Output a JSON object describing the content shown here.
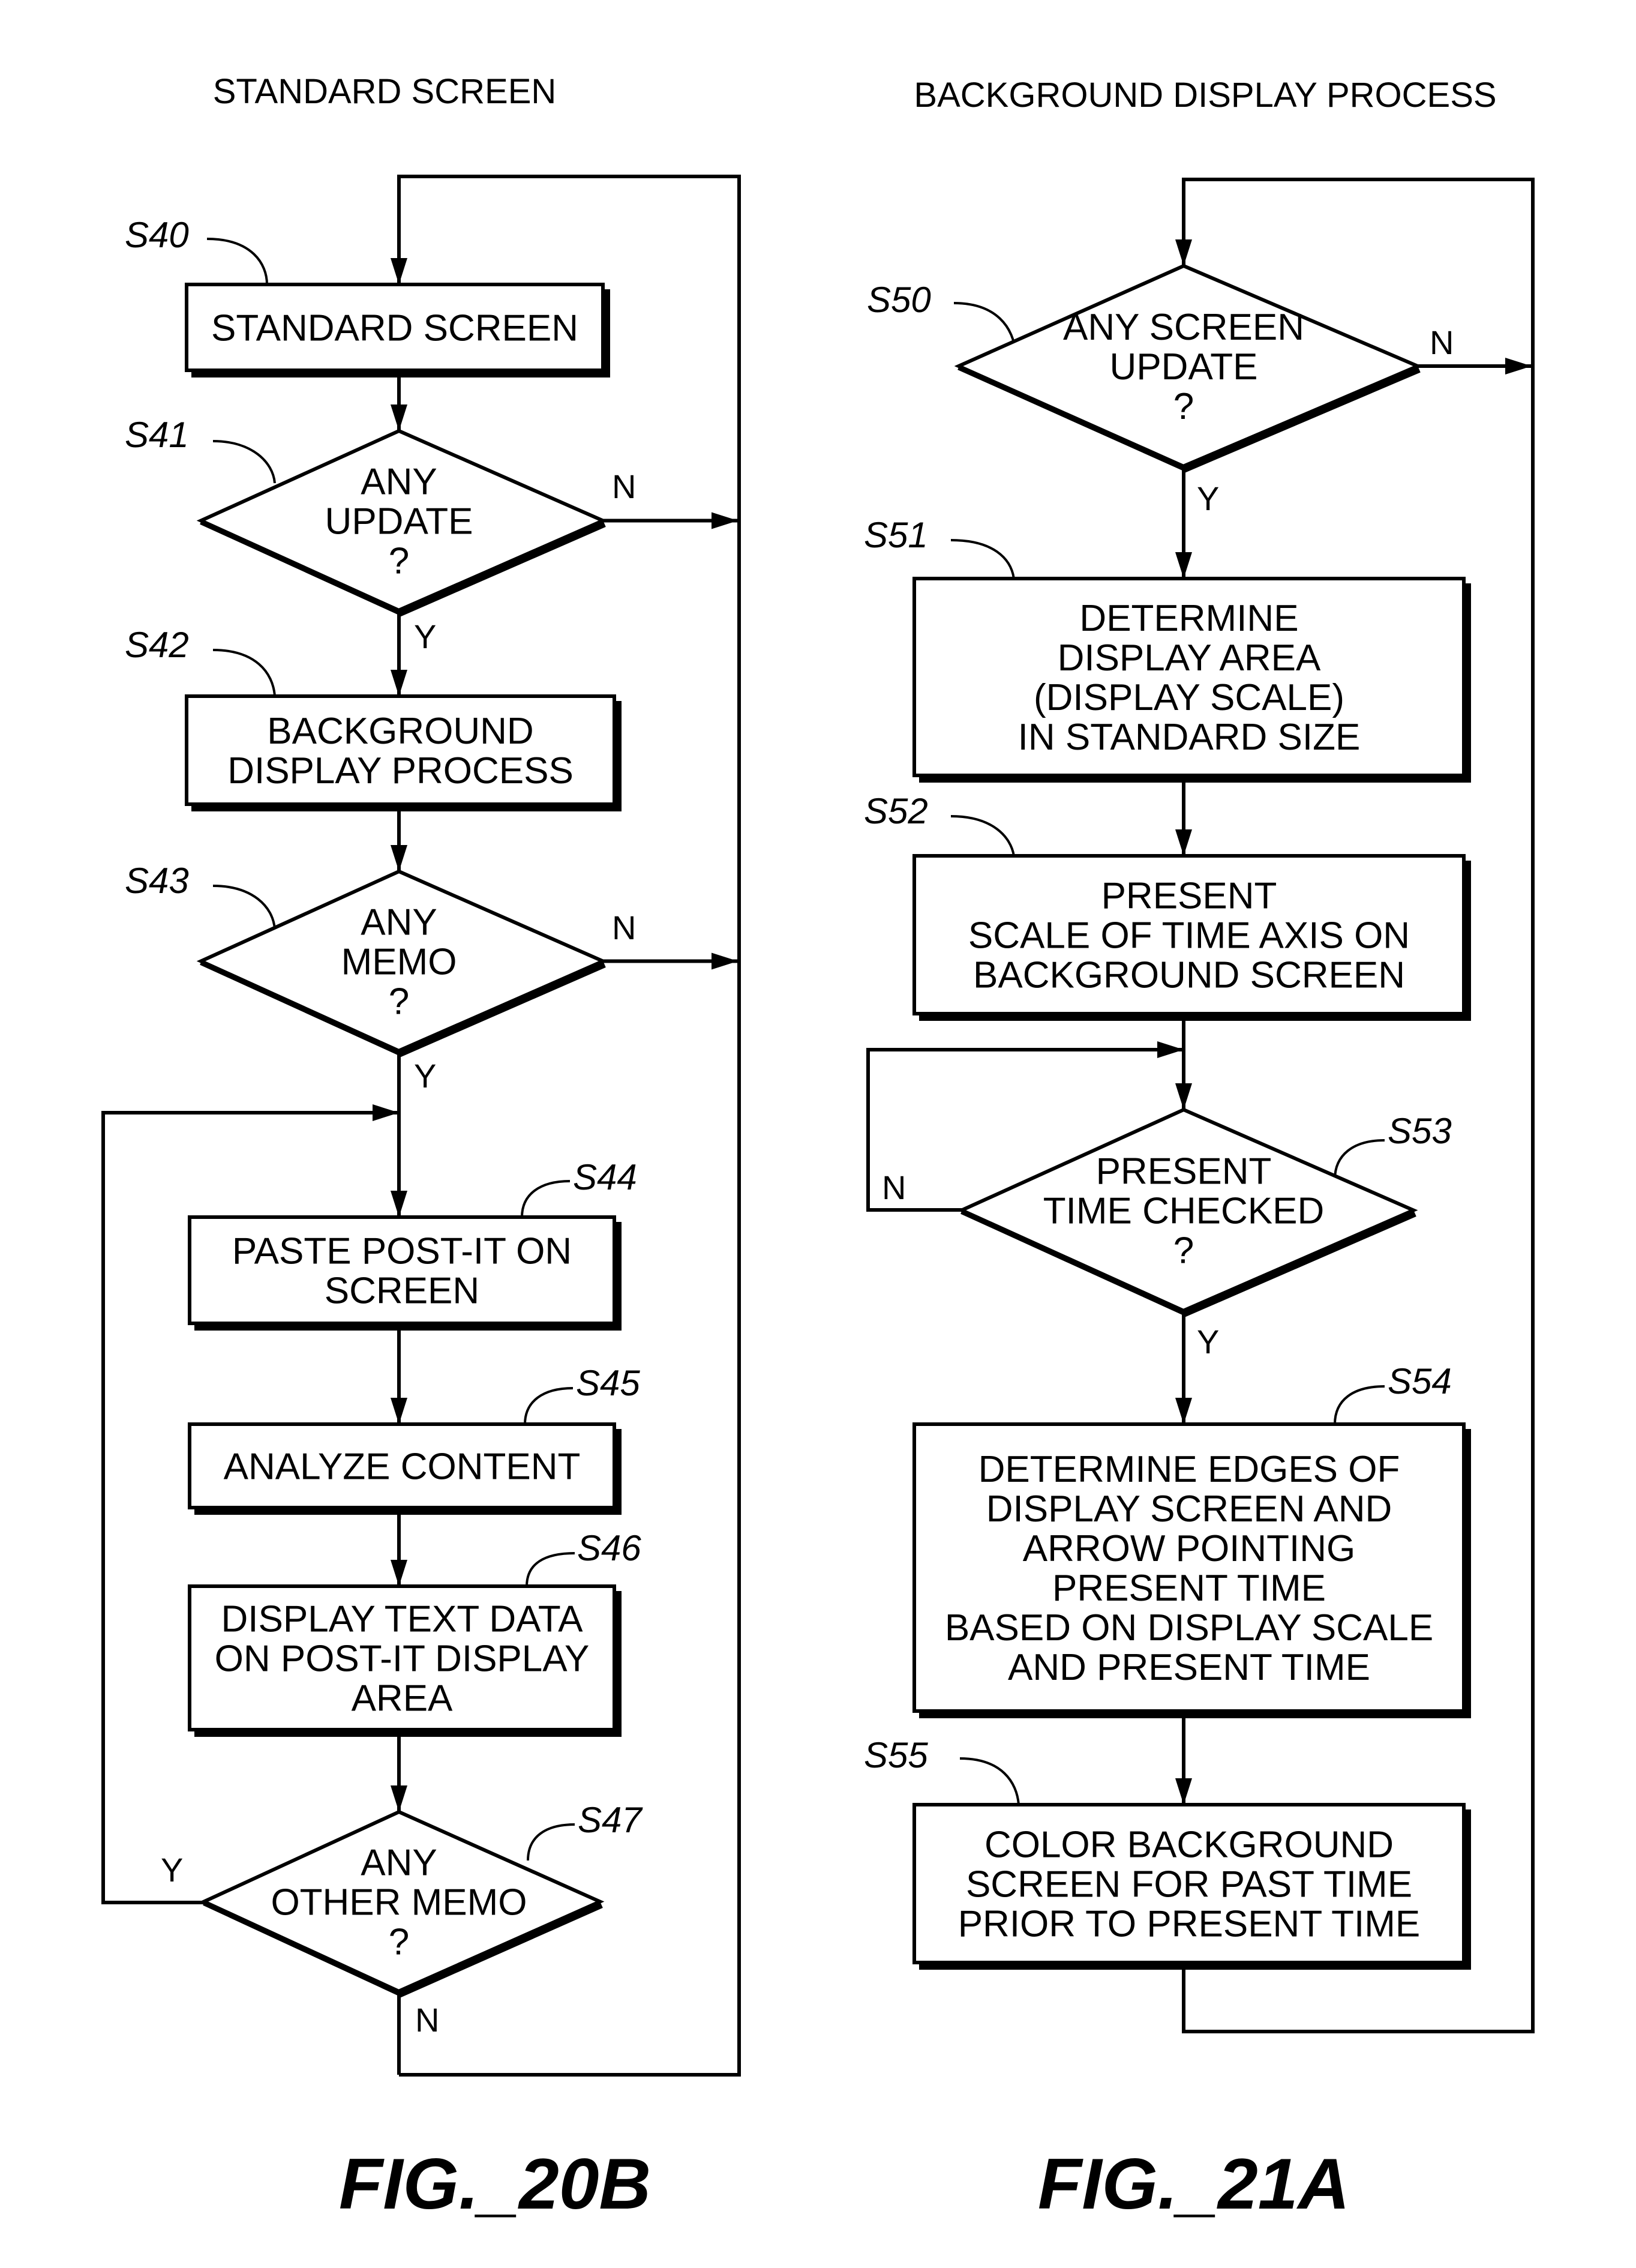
{
  "figures": [
    {
      "id": "fig20b",
      "title": "STANDARD SCREEN",
      "caption": "FIG._20B",
      "steps": [
        {
          "step": "S40",
          "type": "process",
          "lines": [
            "STANDARD SCREEN"
          ]
        },
        {
          "step": "S41",
          "type": "decision",
          "lines": [
            "ANY",
            "UPDATE",
            "?"
          ],
          "yes": "Y",
          "no": "N"
        },
        {
          "step": "S42",
          "type": "process",
          "lines": [
            "BACKGROUND",
            "DISPLAY PROCESS"
          ]
        },
        {
          "step": "S43",
          "type": "decision",
          "lines": [
            "ANY",
            "MEMO",
            "?"
          ],
          "yes": "Y",
          "no": "N"
        },
        {
          "step": "S44",
          "type": "process",
          "lines": [
            "PASTE POST-IT ON",
            "SCREEN"
          ]
        },
        {
          "step": "S45",
          "type": "process",
          "lines": [
            "ANALYZE CONTENT"
          ]
        },
        {
          "step": "S46",
          "type": "process",
          "lines": [
            "DISPLAY TEXT DATA",
            "ON POST-IT DISPLAY",
            "AREA"
          ]
        },
        {
          "step": "S47",
          "type": "decision",
          "lines": [
            "ANY",
            "OTHER MEMO",
            "?"
          ],
          "yes": "Y",
          "no": "N"
        }
      ]
    },
    {
      "id": "fig21a",
      "title": "BACKGROUND DISPLAY PROCESS",
      "caption": "FIG._21A",
      "steps": [
        {
          "step": "S50",
          "type": "decision",
          "lines": [
            "ANY SCREEN",
            "UPDATE",
            "?"
          ],
          "yes": "Y",
          "no": "N"
        },
        {
          "step": "S51",
          "type": "process",
          "lines": [
            "DETERMINE",
            "DISPLAY  AREA",
            "(DISPLAY SCALE)",
            "IN STANDARD SIZE"
          ]
        },
        {
          "step": "S52",
          "type": "process",
          "lines": [
            "PRESENT",
            "SCALE OF TIME AXIS ON",
            "BACKGROUND SCREEN"
          ]
        },
        {
          "step": "S53",
          "type": "decision",
          "lines": [
            "PRESENT",
            "TIME CHECKED",
            "?"
          ],
          "yes": "Y",
          "no": "N"
        },
        {
          "step": "S54",
          "type": "process",
          "lines": [
            "DETERMINE EDGES OF",
            "DISPLAY SCREEN AND",
            "ARROW POINTING",
            "PRESENT TIME",
            "BASED ON DISPLAY SCALE",
            "AND PRESENT TIME"
          ]
        },
        {
          "step": "S55",
          "type": "process",
          "lines": [
            "COLOR BACKGROUND",
            "SCREEN FOR PAST TIME",
            "PRIOR TO PRESENT TIME"
          ]
        }
      ]
    }
  ]
}
